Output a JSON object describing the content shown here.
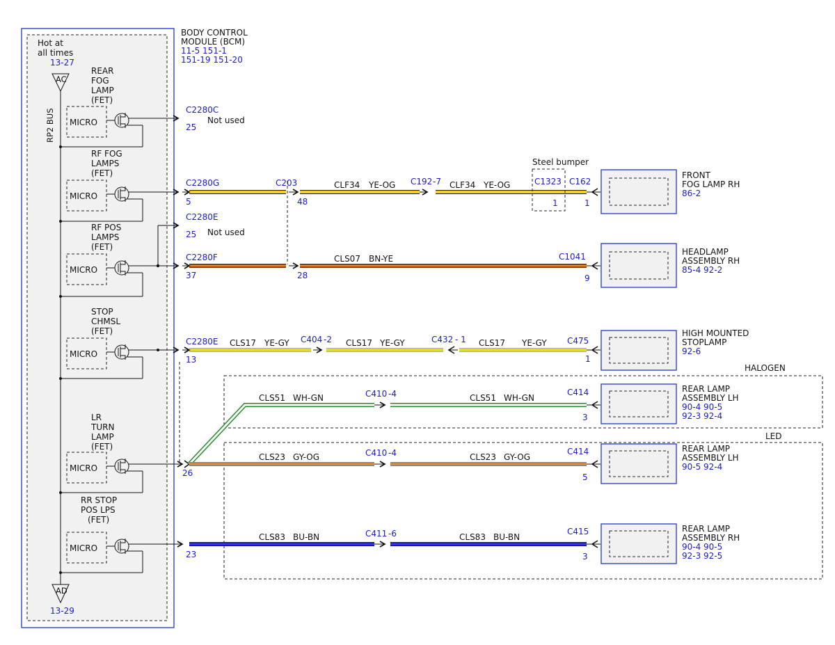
{
  "bcm": {
    "title_line1": "BODY CONTROL",
    "title_line2": "MODULE (BCM)",
    "ref_line1": "11-5   151-1",
    "ref_line2": "151-19  151-20",
    "hot_line1": "Hot at",
    "hot_line2": "all times",
    "hot_ref": "13-27",
    "bus_label": "RP2 BUS",
    "splice_top": "AC",
    "splice_bottom": "AD",
    "bottom_ref": "13-29",
    "micro": "MICRO"
  },
  "fets": [
    {
      "lines": [
        "REAR",
        "FOG",
        "LAMP",
        "(FET)"
      ]
    },
    {
      "lines": [
        "RF FOG",
        "LAMPS",
        "(FET)"
      ]
    },
    {
      "lines": [
        "RF POS",
        "LAMPS",
        "(FET)"
      ]
    },
    {
      "lines": [
        "STOP",
        "CHMSL",
        "(FET)"
      ]
    },
    {
      "lines": [
        "LR",
        "TURN",
        "LAMP",
        "(FET)"
      ]
    },
    {
      "lines": [
        "RR STOP",
        "POS LPS",
        "(FET)"
      ]
    }
  ],
  "circuits": {
    "c2280c": {
      "connector": "C2280C",
      "pin": "25",
      "note": "Not used"
    },
    "fog": {
      "bcm_connector": "C2280G",
      "bcm_pin": "5",
      "inline1_connector": "C203",
      "inline1_pin": "48",
      "wire1": "CLF34",
      "color1": "YE-OG",
      "inline2_connector": "C192",
      "inline2_pin": "-7",
      "wire2": "CLF34",
      "color2": "YE-OG",
      "bumper_connector": "C1323",
      "bumper_pin": "1",
      "bumper_label": "Steel bumper",
      "comp_connector": "C162",
      "comp_pin": "1"
    },
    "c2280e_unused": {
      "connector": "C2280E",
      "pin": "25",
      "note": "Not used"
    },
    "pos": {
      "bcm_connector": "C2280F",
      "bcm_pin": "37",
      "inline_pin": "28",
      "wire": "CLS07",
      "color": "BN-YE",
      "comp_connector": "C1041",
      "comp_pin": "9"
    },
    "chmsl": {
      "bcm_connector": "C2280E",
      "bcm_pin": "13",
      "wire1": "CLS17",
      "color1": "YE-GY",
      "c404": "C404",
      "c404_pin": "-2",
      "wire2": "CLS17",
      "color2": "YE-GY",
      "c432": "C432",
      "c432_pin": "- 1",
      "wire3": "CLS17",
      "color3": "YE-GY",
      "comp_connector": "C475",
      "comp_pin": "1"
    },
    "halogen": {
      "label": "HALOGEN",
      "wire1": "CLS51",
      "color1": "WH-GN",
      "inline": "C410",
      "inline_pin": "-4",
      "wire2": "CLS51",
      "color2": "WH-GN",
      "comp_connector": "C414",
      "comp_pin": "3"
    },
    "led": {
      "label": "LED",
      "bcm_pin": "26",
      "wire1": "CLS23",
      "color1": "GY-OG",
      "inline": "C410",
      "inline_pin": "-4",
      "wire2": "CLS23",
      "color2": "GY-OG",
      "comp_connector": "C414",
      "comp_pin": "5"
    },
    "rr": {
      "bcm_pin": "23",
      "wire1": "CLS83",
      "color1": "BU-BN",
      "inline": "C411",
      "inline_pin": "-6",
      "wire2": "CLS83",
      "color2": "BU-BN",
      "comp_connector": "C415",
      "comp_pin": "3"
    }
  },
  "components": {
    "fog_rh": {
      "line1": "FRONT",
      "line2": "FOG LAMP RH",
      "ref1": "86-2"
    },
    "headlamp_rh": {
      "line1": "HEADLAMP",
      "line2": "ASSEMBLY RH",
      "ref1": "85-4   92-2"
    },
    "hmsl": {
      "line1": "HIGH MOUNTED",
      "line2": "STOPLAMP",
      "ref1": "92-6"
    },
    "rear_lh_halogen": {
      "line1": "REAR LAMP",
      "line2": "ASSEMBLY LH",
      "ref1": "90-4   90-5",
      "ref2": "92-3   92-4"
    },
    "rear_lh_led": {
      "line1": "REAR LAMP",
      "line2": "ASSEMBLY LH",
      "ref1": "90-5   92-4"
    },
    "rear_rh": {
      "line1": "REAR LAMP",
      "line2": "ASSEMBLY RH",
      "ref1": "90-4   90-5",
      "ref2": "92-3   92-5"
    }
  },
  "colors": {
    "module_border": "#3344cc",
    "ref_text": "#1a1acc",
    "wire_yellow": "#f2c200",
    "wire_brown": "#8b3a0a",
    "wire_orange": "#f08c1c",
    "wire_white": "#ffffff",
    "wire_green": "#2a8a2a",
    "wire_gray": "#9a9a9a",
    "wire_blue": "#1a1acc"
  }
}
